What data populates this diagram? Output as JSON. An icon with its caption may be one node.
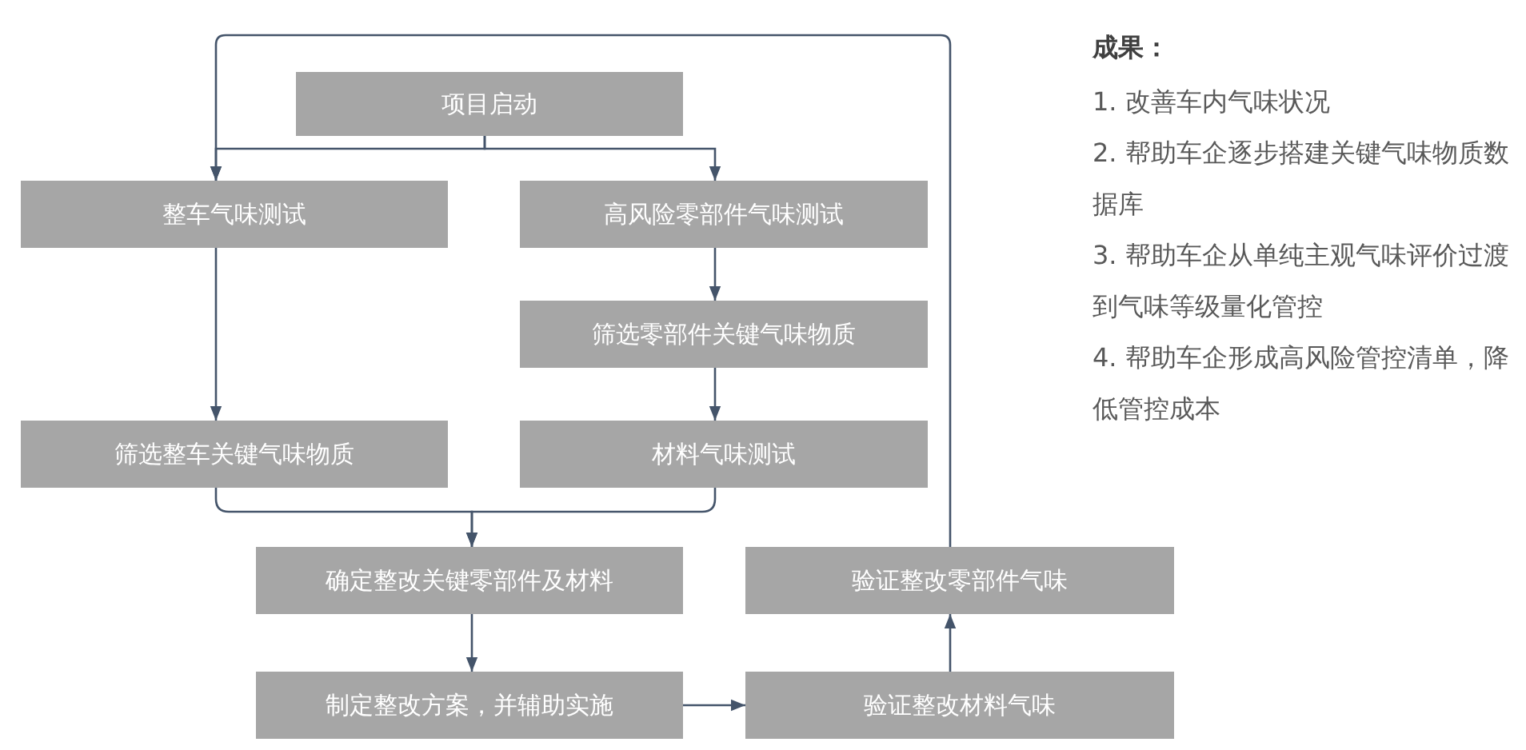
{
  "diagram": {
    "nodes": [
      {
        "text": [
          "项目启动"
        ]
      },
      {
        "text": [
          "整车气味测试"
        ]
      },
      {
        "text": [
          "高风险零部件气味测试"
        ]
      },
      {
        "text": [
          "筛选零部件关键气味物质"
        ]
      },
      {
        "text": [
          "筛选整车关键气味物质"
        ]
      },
      {
        "text": [
          "材料气味测试"
        ]
      },
      {
        "text": [
          "确定整改关键零部件及材料"
        ]
      },
      {
        "text": [
          "验证整改零部件气味"
        ]
      },
      {
        "text": [
          "制定整改方案，并辅助实施"
        ]
      },
      {
        "text": [
          "验证整改材料气味"
        ]
      }
    ],
    "edges": [
      {
        "from": 0,
        "to": 1,
        "arrow": "to"
      },
      {
        "from": 0,
        "to": 2,
        "arrow": "to"
      },
      {
        "from": 1,
        "to": 4,
        "arrow": "to"
      },
      {
        "from": 2,
        "to": 3,
        "arrow": "to"
      },
      {
        "from": 3,
        "to": 5,
        "arrow": "to"
      },
      {
        "from": 4,
        "to": 6,
        "arrow": "to"
      },
      {
        "from": 5,
        "to": 6,
        "arrow": "to"
      },
      {
        "from": 6,
        "to": 8,
        "arrow": "to"
      },
      {
        "from": 8,
        "to": 9,
        "arrow": "to"
      },
      {
        "from": 9,
        "to": 7,
        "arrow": "to"
      },
      {
        "from": 7,
        "to": 1,
        "arrow": "to"
      }
    ],
    "labels": [
      "成果：",
      "1. 改善车内气味状况",
      "2. 帮助车企逐步搭建关键气味物质数据库",
      "3. 帮助车企从单纯主观气味评价过渡到气味等级量化管控",
      "4. 帮助车企形成高风险管控清单，降低管控成本"
    ]
  }
}
